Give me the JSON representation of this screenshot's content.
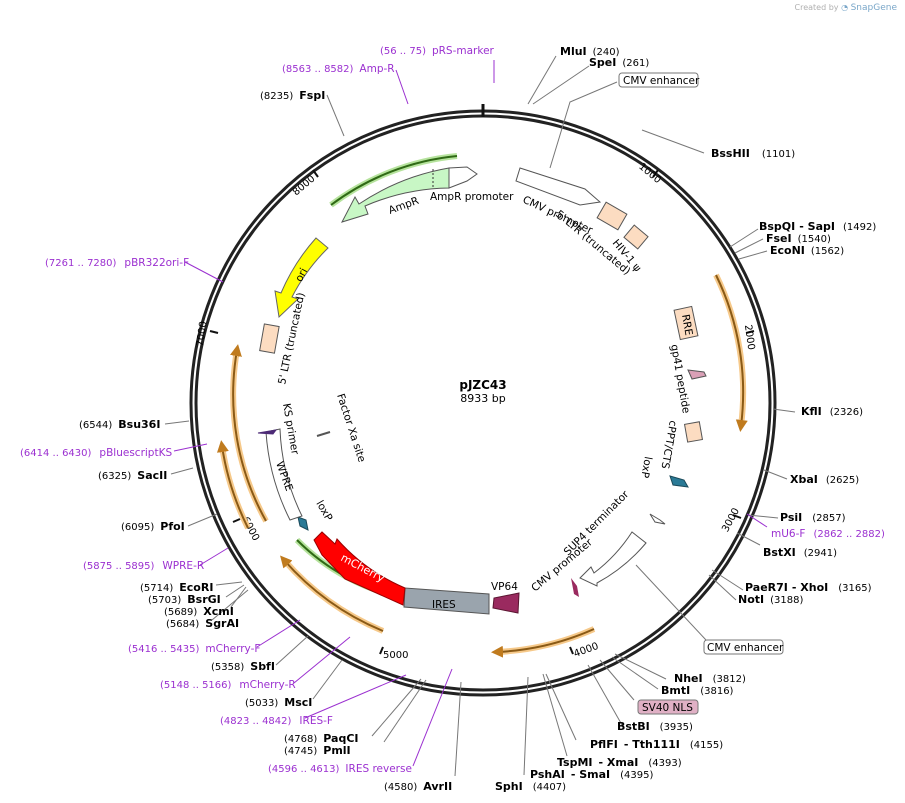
{
  "credit": {
    "prefix": "Created by",
    "brand": "SnapGene"
  },
  "plasmid": {
    "name": "pJZC43",
    "length_label": "8933 bp",
    "total_bp": 8933
  },
  "ticks": [
    "1000",
    "2000",
    "3000",
    "4000",
    "5000",
    "6000",
    "7000",
    "8000"
  ],
  "colors": {
    "primer": "#9b30d0",
    "orange": "#f3a541",
    "green": "#6cc04a",
    "mcherry": "#ff0000",
    "ires": "#9aa4ad",
    "vp64": "#9a2a5f",
    "ampr": "#c8f7c5",
    "ori": "#ffff00",
    "ltr": "#fcdcc1",
    "nls": "#e0b0c5"
  },
  "enzymes": [
    {
      "name": "MluI",
      "pos": "(240)"
    },
    {
      "name": "SpeI",
      "pos": "(261)"
    },
    {
      "name": "BssHII",
      "pos": "(1101)"
    },
    {
      "name": "BspQI",
      "extra": "- SapI",
      "pos": "(1492)"
    },
    {
      "name": "FseI",
      "pos": "(1540)"
    },
    {
      "name": "EcoNI",
      "pos": "(1562)"
    },
    {
      "name": "KflI",
      "pos": "(2326)"
    },
    {
      "name": "XbaI",
      "pos": "(2625)"
    },
    {
      "name": "PsiI",
      "pos": "(2857)"
    },
    {
      "name": "BstXI",
      "pos": "(2941)"
    },
    {
      "name": "PaeR7I",
      "extra": "- XhoI",
      "pos": "(3165)"
    },
    {
      "name": "NotI",
      "pos": "(3188)"
    },
    {
      "name": "NheI",
      "pos": "(3812)"
    },
    {
      "name": "BmtI",
      "pos": "(3816)"
    },
    {
      "name": "BstBI",
      "pos": "(3935)"
    },
    {
      "name": "PflFI",
      "extra": "- Tth111I",
      "pos": "(4155)"
    },
    {
      "name": "TspMI",
      "extra": "- XmaI",
      "pos": "(4393)"
    },
    {
      "name": "PshAI",
      "extra": "- SmaI",
      "pos": "(4395)"
    },
    {
      "name": "SphI",
      "pos": "(4407)"
    },
    {
      "name": "AvrII",
      "pos": "(4580)"
    },
    {
      "name": "PmlI",
      "pos": "(4745)"
    },
    {
      "name": "PaqCI",
      "pos": "(4768)"
    },
    {
      "name": "MscI",
      "pos": "(5033)"
    },
    {
      "name": "SbfI",
      "pos": "(5358)"
    },
    {
      "name": "SgrAI",
      "pos": "(5684)"
    },
    {
      "name": "XcmI",
      "pos": "(5689)"
    },
    {
      "name": "BsrGI",
      "pos": "(5703)"
    },
    {
      "name": "EcoRI",
      "pos": "(5714)"
    },
    {
      "name": "PfoI",
      "pos": "(6095)"
    },
    {
      "name": "SacII",
      "pos": "(6325)"
    },
    {
      "name": "Bsu36I",
      "pos": "(6544)"
    },
    {
      "name": "FspI",
      "pos": "(8235)"
    }
  ],
  "primers": [
    {
      "name": "pRS-marker",
      "pos": "(56 .. 75)"
    },
    {
      "name": "Amp-R",
      "pos": "(8563 .. 8582)"
    },
    {
      "name": "pBR322ori-F",
      "pos": "(7261 .. 7280)"
    },
    {
      "name": "pBluescriptKS",
      "pos": "(6414 .. 6430)"
    },
    {
      "name": "WPRE-R",
      "pos": "(5875 .. 5895)"
    },
    {
      "name": "mCherry-F",
      "pos": "(5416 .. 5435)"
    },
    {
      "name": "mCherry-R",
      "pos": "(5148 .. 5166)"
    },
    {
      "name": "IRES-F",
      "pos": "(4823 .. 4842)"
    },
    {
      "name": "IRES reverse",
      "pos": "(4596 .. 4613)"
    },
    {
      "name": "mU6-F",
      "pos": "(2862 .. 2882)"
    }
  ],
  "features": {
    "cmv_enhancer_top": "CMV enhancer",
    "cmv_enhancer_bottom": "CMV enhancer",
    "sv40_nls": "SV40 NLS",
    "cmv_promoter_top": "CMV promoter",
    "ltr_top": "5' LTR (truncated)",
    "hiv_psi": "HIV-1 ψ",
    "rre": "RRE",
    "gp41": "gp41 peptide",
    "cppt": "cPPT/CTS",
    "loxp_right": "loxP",
    "sup4": "SUP4 terminator",
    "cmv_promoter_bottom": "CMV promoter",
    "vp64": "VP64",
    "ires": "IRES",
    "mcherry": "mCherry",
    "loxp_left": "loxP",
    "wpre": "WPRE",
    "ks_primer": "KS primer",
    "ltr_left": "5' LTR (truncated)",
    "factor_xa": "Factor Xa site",
    "ori": "ori",
    "ampr": "AmpR",
    "ampr_promoter": "AmpR promoter"
  }
}
